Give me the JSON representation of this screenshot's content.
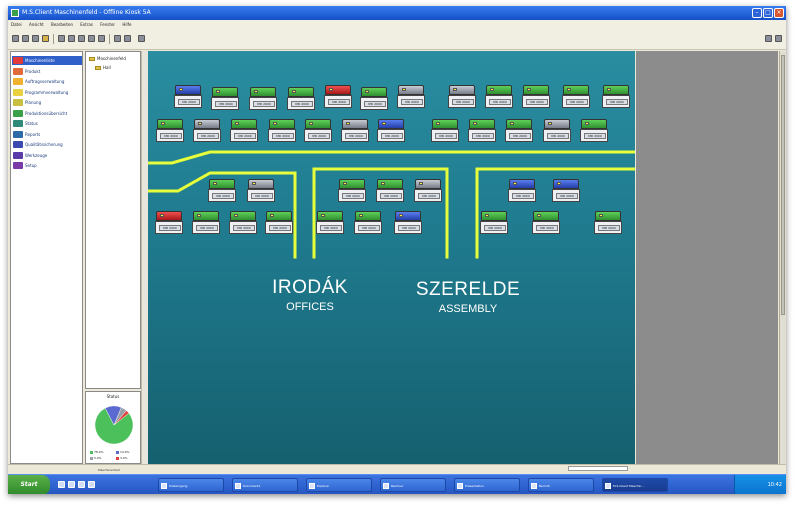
{
  "window": {
    "title": "M.S.Client Maschinenfeld - Offline Kiosk 5A"
  },
  "menu": {
    "items": [
      "Datei",
      "Ansicht",
      "Bearbeiten",
      "Extras",
      "Fenster",
      "Hilfe"
    ]
  },
  "sidebar": {
    "items": [
      {
        "label": "Maschinenliste",
        "color": "#e03a3a",
        "active": true
      },
      {
        "label": "Produkt",
        "color": "#e06a3a",
        "active": false
      },
      {
        "label": "Auftragsverwaltung",
        "color": "#f0b030",
        "active": false
      },
      {
        "label": "Programmverwaltung",
        "color": "#e8d040",
        "active": false
      },
      {
        "label": "Planung",
        "color": "#c8c040",
        "active": false
      },
      {
        "label": "Produktionsübersicht",
        "color": "#3aa04a",
        "active": false
      },
      {
        "label": "Status",
        "color": "#2f8a7a",
        "active": false
      },
      {
        "label": "Reports",
        "color": "#2f6aa8",
        "active": false
      },
      {
        "label": "Qualitätssicherung",
        "color": "#3a4ab0",
        "active": false
      },
      {
        "label": "Werkzeuge",
        "color": "#5a3aa8",
        "active": false
      },
      {
        "label": "Setup",
        "color": "#7a3aa8",
        "active": false
      }
    ]
  },
  "tree": {
    "root": "Maschinenfeld",
    "child": "Hall"
  },
  "pie": {
    "title": "Status",
    "slices": [
      {
        "label": "78.0%",
        "value": 78,
        "color": "#4cc05a"
      },
      {
        "label": "14.0%",
        "value": 14,
        "color": "#5a6ad0"
      },
      {
        "label": "5.0%",
        "value": 5,
        "color": "#9aa0aa"
      },
      {
        "label": "3.0%",
        "value": 3,
        "color": "#e04040"
      }
    ]
  },
  "map": {
    "zones": [
      {
        "title": "IRODÁK",
        "subtitle": "OFFICES"
      },
      {
        "title": "SZERELDE",
        "subtitle": "ASSEMBLY"
      }
    ],
    "machine_label": "MD 2000"
  },
  "taskbar": {
    "start_label": "Start",
    "tasks": [
      {
        "label": "Posteingang",
        "active": false
      },
      {
        "label": "Dokument1",
        "active": false
      },
      {
        "label": "Explorer",
        "active": false
      },
      {
        "label": "Rechner",
        "active": false
      },
      {
        "label": "Präsentation",
        "active": false
      },
      {
        "label": "Bericht",
        "active": false
      },
      {
        "label": "M.S.Client Maschin...",
        "active": true
      }
    ],
    "clock": "10:42"
  }
}
